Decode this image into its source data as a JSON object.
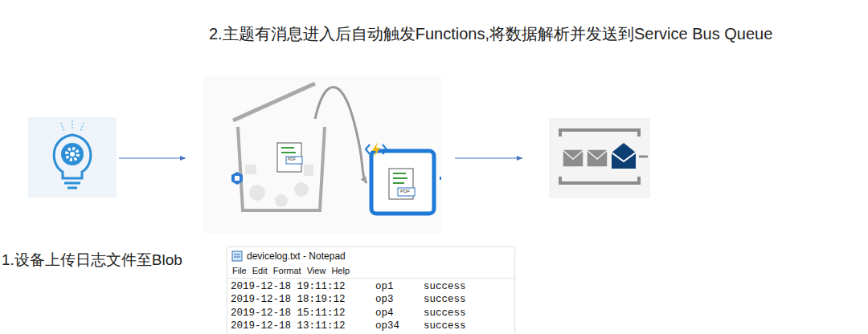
{
  "diagram": {
    "nodes": [
      {
        "text": [
          "devicelog.txt - Notepad",
          "File Edit Format View Help",
          "2019-12-18 19:11:12",
          "op1",
          "success",
          "2019-12-18 18:19:12",
          "op3",
          "success",
          "2019-12-18 15:11:12",
          "op4",
          "success",
          "2019-12-18 13:11:12",
          "op34",
          "success"
        ]
      }
    ],
    "labels": [
      "2.主题有消息进入后自动触发Functions,将数据解析并发送到Service Bus Queue",
      "1.设备上传日志文件至Blob",
      "PDF",
      "PDF"
    ]
  }
}
